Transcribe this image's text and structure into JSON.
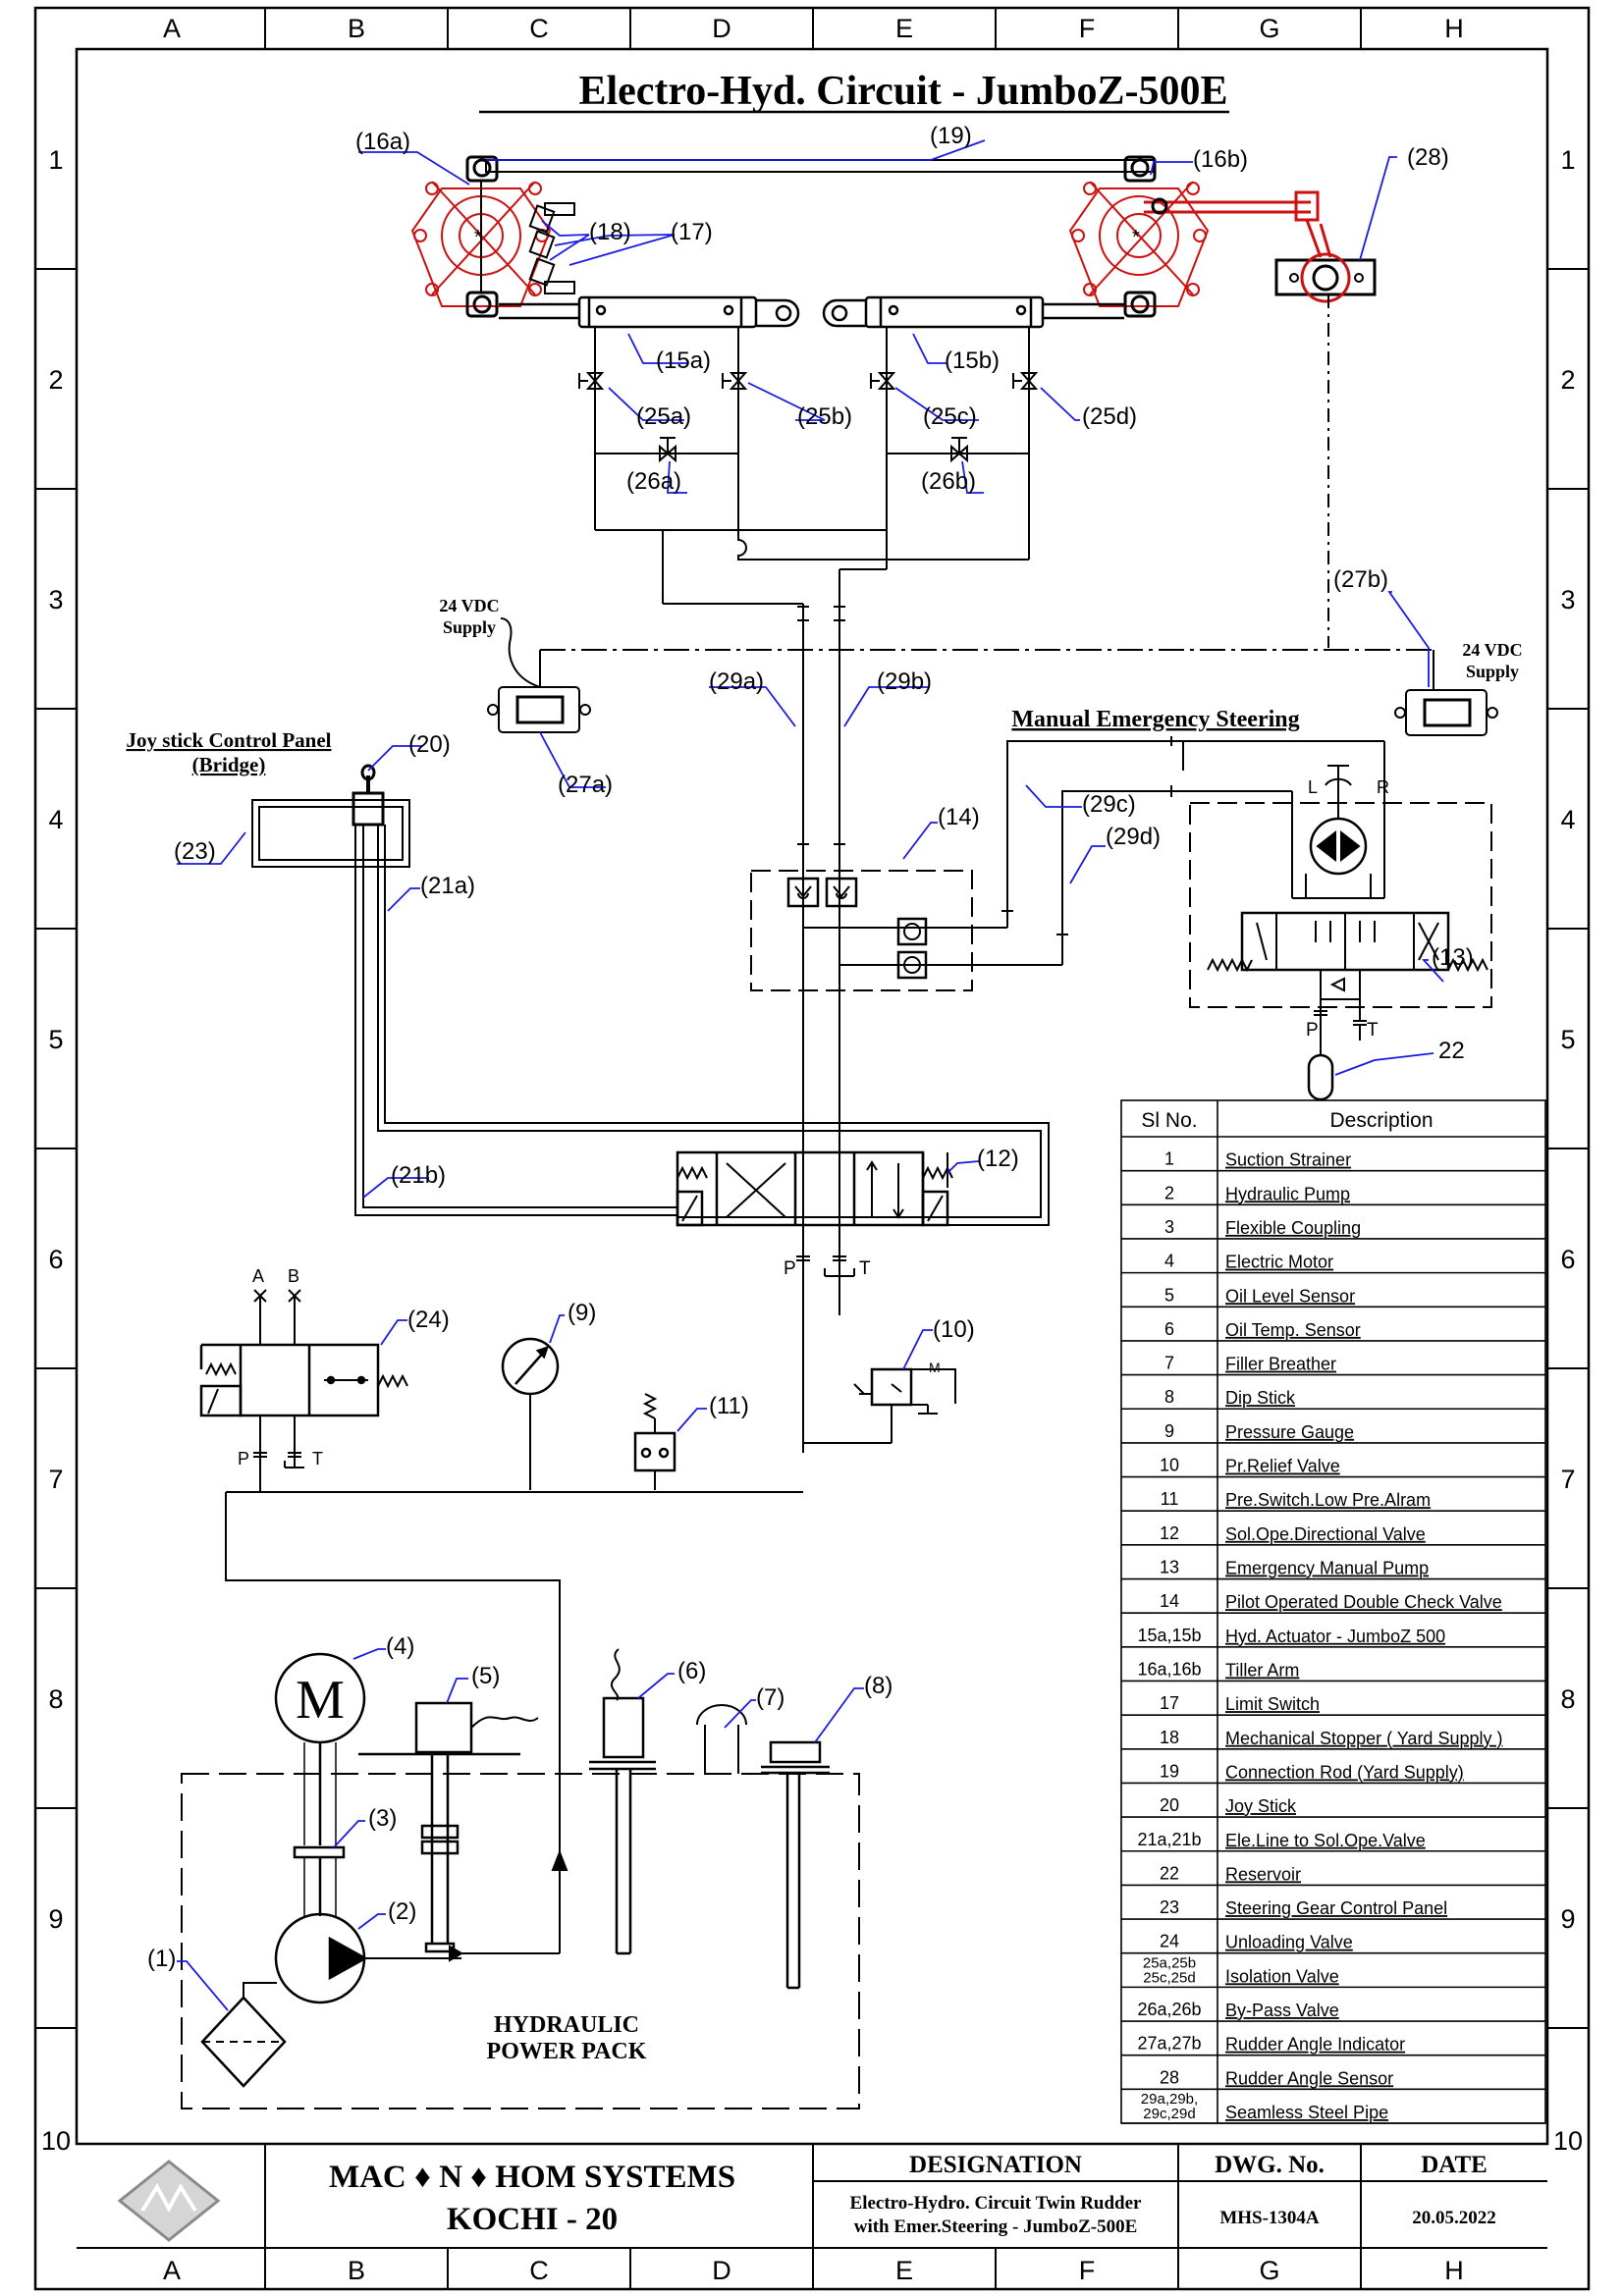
{
  "title": "Electro-Hyd. Circuit - JumboZ-500E",
  "grid": {
    "columns": [
      "A",
      "B",
      "C",
      "D",
      "E",
      "F",
      "G",
      "H"
    ],
    "rows": [
      "1",
      "2",
      "3",
      "4",
      "5",
      "6",
      "7",
      "8",
      "9",
      "10"
    ]
  },
  "callouts": {
    "c16a": "(16a)",
    "c16b": "(16b)",
    "c19": "(19)",
    "c28": "(28)",
    "c18": "(18)",
    "c17": "(17)",
    "c15a": "(15a)",
    "c15b": "(15b)",
    "c25a": "(25a)",
    "c25b": "(25b)",
    "c25c": "(25c)",
    "c25d": "(25d)",
    "c26a": "(26a)",
    "c26b": "(26b)",
    "c27a": "(27a)",
    "c27b": "(27b)",
    "c29a": "(29a)",
    "c29b": "(29b)",
    "c29c": "(29c)",
    "c29d": "(29d)",
    "c20": "(20)",
    "c21a": "(21a)",
    "c21b": "(21b)",
    "c23": "(23)",
    "c14": "(14)",
    "c13": "(13)",
    "c22": "22",
    "c12": "(12)",
    "c24": "(24)",
    "c9": "(9)",
    "c10": "(10)",
    "c11": "(11)",
    "c4": "(4)",
    "c5": "(5)",
    "c6": "(6)",
    "c7": "(7)",
    "c8": "(8)",
    "c3": "(3)",
    "c2": "(2)",
    "c1": "(1)"
  },
  "labels": {
    "supply_left_1": "24 VDC",
    "supply_left_2": "Supply",
    "supply_right_1": "24 VDC",
    "supply_right_2": "Supply",
    "joystick_panel_1": "Joy stick Control Panel",
    "joystick_panel_2": "(Bridge)",
    "manual_emergency": "Manual Emergency Steering",
    "port_L": "L",
    "port_R": "R",
    "port_P": "P",
    "port_T": "T",
    "port_A": "A",
    "port_B": "B",
    "port_M": "M",
    "motor_M": "M",
    "power_pack_1": "HYDRAULIC",
    "power_pack_2": "POWER PACK"
  },
  "table": {
    "headers": [
      "Sl No.",
      "Description"
    ],
    "rows": [
      {
        "no": "1",
        "desc": "Suction Strainer"
      },
      {
        "no": "2",
        "desc": "Hydraulic Pump"
      },
      {
        "no": "3",
        "desc": "Flexible Coupling"
      },
      {
        "no": "4",
        "desc": "Electric Motor"
      },
      {
        "no": "5",
        "desc": "Oil Level Sensor"
      },
      {
        "no": "6",
        "desc": "Oil Temp. Sensor"
      },
      {
        "no": "7",
        "desc": "Filler Breather"
      },
      {
        "no": "8",
        "desc": "Dip Stick"
      },
      {
        "no": "9",
        "desc": "Pressure Gauge"
      },
      {
        "no": "10",
        "desc": "Pr.Relief Valve"
      },
      {
        "no": "11",
        "desc": "Pre.Switch.Low Pre.Alram"
      },
      {
        "no": "12",
        "desc": "Sol.Ope.Directional Valve"
      },
      {
        "no": "13",
        "desc": "Emergency Manual Pump"
      },
      {
        "no": "14",
        "desc": "Pilot Operated Double Check Valve"
      },
      {
        "no": "15a,15b",
        "desc": "Hyd. Actuator - JumboZ 500"
      },
      {
        "no": "16a,16b",
        "desc": "Tiller Arm"
      },
      {
        "no": "17",
        "desc": "Limit Switch"
      },
      {
        "no": "18",
        "desc": "Mechanical Stopper ( Yard Supply )"
      },
      {
        "no": "19",
        "desc": "Connection Rod (Yard Supply)"
      },
      {
        "no": "20",
        "desc": "Joy Stick"
      },
      {
        "no": "21a,21b",
        "desc": "Ele.Line to Sol.Ope.Valve"
      },
      {
        "no": "22",
        "desc": "Reservoir"
      },
      {
        "no": "23",
        "desc": "Steering Gear Control Panel"
      },
      {
        "no": "24",
        "desc": "Unloading Valve"
      },
      {
        "no": "25a,25b 25c,25d",
        "desc": "Isolation  Valve"
      },
      {
        "no": "26a,26b",
        "desc": "By-Pass Valve"
      },
      {
        "no": "27a,27b",
        "desc": "Rudder Angle Indicator"
      },
      {
        "no": "28",
        "desc": "Rudder Angle Sensor"
      },
      {
        "no": "29a,29b, 29c,29d",
        "desc": "Seamless Steel Pipe"
      }
    ]
  },
  "title_block": {
    "company_1": "MAC ♦  N ♦ HOM  SYSTEMS",
    "company_2": "KOCHI - 20",
    "designation_head": "DESIGNATION",
    "designation_1": "Electro-Hydro. Circuit Twin Rudder",
    "designation_2": "with Emer.Steering - JumboZ-500E",
    "dwg_head": "DWG. No.",
    "dwg_no": "MHS-1304A",
    "date_head": "DATE",
    "date": "20.05.2022"
  },
  "colors": {
    "leader": "#1a1ae6",
    "tiller": "#cc1111",
    "line": "#000000"
  }
}
